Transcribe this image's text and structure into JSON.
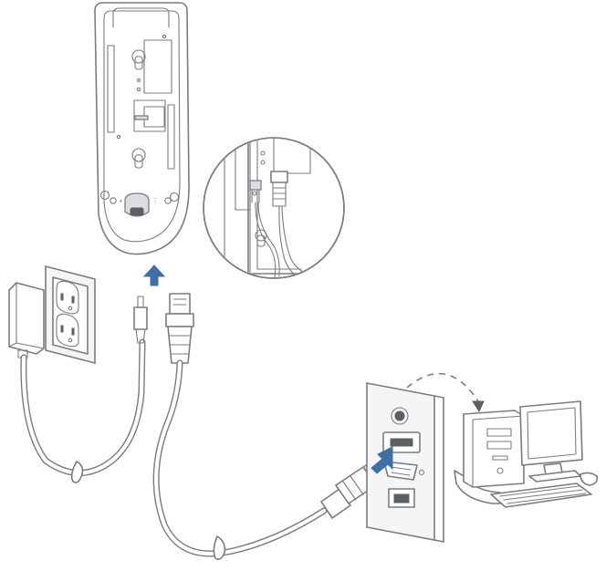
{
  "diagram": {
    "components": [
      {
        "id": "scanner-base",
        "icon": "scanner-base-rear-view"
      },
      {
        "id": "cable-port-detail",
        "icon": "magnified-cable-port"
      },
      {
        "id": "power-supply",
        "icon": "ac-adapter-in-wall-outlet"
      },
      {
        "id": "interface-cable",
        "icon": "rj45-to-usb-cable"
      },
      {
        "id": "host-ports",
        "icon": "computer-rear-port-panel"
      },
      {
        "id": "host-computer",
        "icon": "desktop-computer"
      }
    ],
    "colors": {
      "line": "#7a7c7e",
      "arrow": "#3f6fa6",
      "fill": "#ffffff"
    }
  }
}
